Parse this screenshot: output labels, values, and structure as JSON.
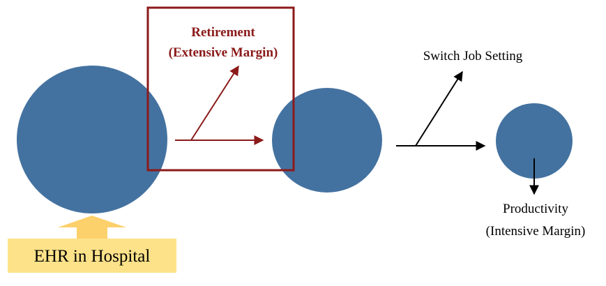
{
  "colors": {
    "circle": "#4472a0",
    "highlight": "#8b1a1a",
    "ehr_box": "#fde289",
    "ehr_arrow": "#fcd06a",
    "arrow_black": "#000000"
  },
  "labels": {
    "retirement_line1": "Retirement",
    "retirement_line2": "(Extensive Margin)",
    "switch_job": "Switch Job Setting",
    "productivity_line1": "Productivity",
    "productivity_line2": "(Intensive Margin)",
    "ehr": "EHR in Hospital"
  }
}
